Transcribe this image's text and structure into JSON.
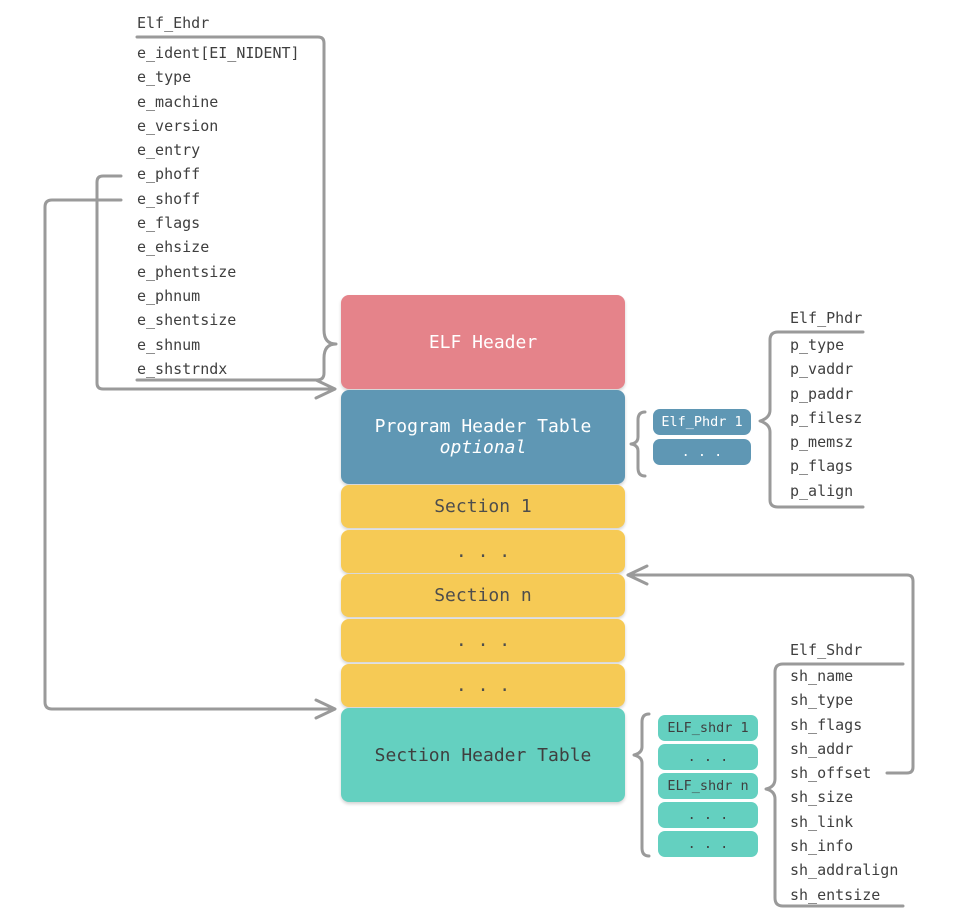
{
  "elf_ehdr": {
    "title": "Elf_Ehdr",
    "fields": [
      "e_ident[EI_NIDENT]",
      "e_type",
      "e_machine",
      "e_version",
      "e_entry",
      "e_phoff",
      "e_shoff",
      "e_flags",
      "e_ehsize",
      "e_phentsize",
      "e_phnum",
      "e_shentsize",
      "e_shnum",
      "e_shstrndx"
    ]
  },
  "file_layout": {
    "elf_header": "ELF Header",
    "program_header_table": "Program Header Table",
    "program_header_table_note": "optional",
    "section_1": "Section 1",
    "ellipsis_1": ". . .",
    "section_n": "Section n",
    "ellipsis_2": ". . .",
    "ellipsis_3": ". . .",
    "section_header_table": "Section Header Table"
  },
  "phdr_entries": [
    "Elf_Phdr 1",
    ". . ."
  ],
  "shdr_entries": [
    "ELF_shdr 1",
    ". . .",
    "ELF_shdr n",
    ". . .",
    ". . ."
  ],
  "elf_phdr": {
    "title": "Elf_Phdr",
    "fields": [
      "p_type",
      "p_vaddr",
      "p_paddr",
      "p_filesz",
      "p_memsz",
      "p_flags",
      "p_align"
    ]
  },
  "elf_shdr": {
    "title": "Elf_Shdr",
    "fields": [
      "sh_name",
      "sh_type",
      "sh_flags",
      "sh_addr",
      "sh_offset",
      "sh_size",
      "sh_link",
      "sh_info",
      "sh_addralign",
      "sh_entsize"
    ]
  },
  "colors": {
    "elf_header": "#e5838a",
    "program_header_table": "#5f97b4",
    "section": "#f6ca55",
    "section_header_table": "#64d0c0",
    "connector": "#9a9a9a"
  }
}
